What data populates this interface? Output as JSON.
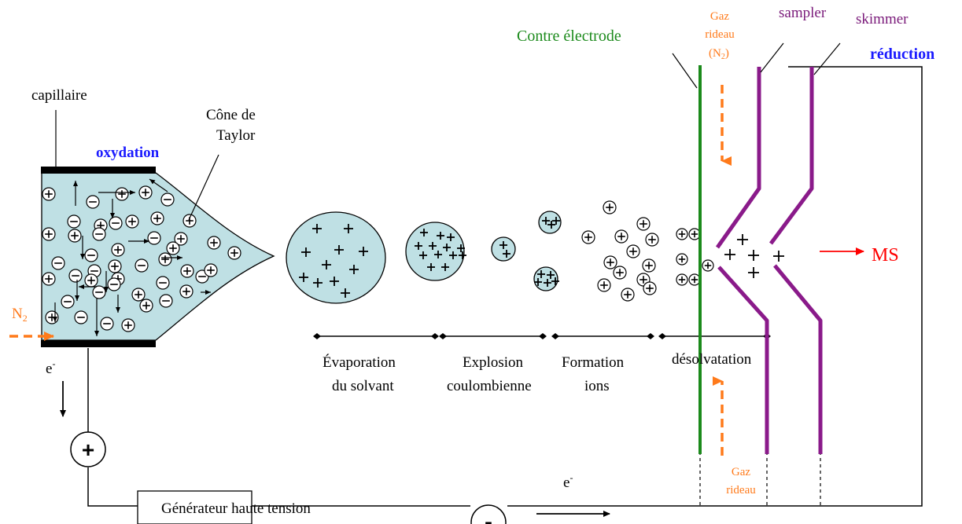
{
  "labels": {
    "capillaire": "capillaire",
    "cone_line1": "Cône de",
    "cone_line2": "Taylor",
    "oxydation": "oxydation",
    "contre_electrode": "Contre électrode",
    "gaz_top_line1": "Gaz",
    "gaz_top_line2": "rideau",
    "gaz_top_line3": "(N",
    "gaz_top_sub": "2",
    "gaz_top_line3_end": ")",
    "sampler": "sampler",
    "skimmer": "skimmer",
    "reduction": "réduction",
    "ms": "MS",
    "n2": "N",
    "n2_sub": "2",
    "evap_line1": "Évaporation",
    "evap_line2": "du solvant",
    "explosion_line1": "Explosion",
    "explosion_line2": "coulombienne",
    "formation_line1": "Formation",
    "formation_line2": "ions",
    "desolvatation": "désolvatation",
    "gaz_bottom_line1": "Gaz",
    "gaz_bottom_line2": "rideau",
    "electron_left": "e",
    "electron_left_sup": "-",
    "electron_bottom": "e",
    "electron_bottom_sup": "-",
    "generator": "Générateur haute tension",
    "plus_terminal": "+",
    "minus_terminal": "-"
  },
  "colors": {
    "capillary_fill": "#bfe0e4",
    "droplet_fill": "#bfe0e4",
    "outline": "#000000",
    "counter_electrode": "#1b8a1b",
    "sampler_skimmer": "#8a1a8a",
    "reduction_oxydation_text": "#1a1aff",
    "gas_arrow": "#ff7a1a",
    "gas_text": "#ff7a1a",
    "ms": "#ff0000",
    "label_purple": "#7a1a7a",
    "label_green": "#1b8a1b"
  },
  "icons": {
    "positive_ion": "circled-plus",
    "negative_ion": "circled-minus"
  }
}
